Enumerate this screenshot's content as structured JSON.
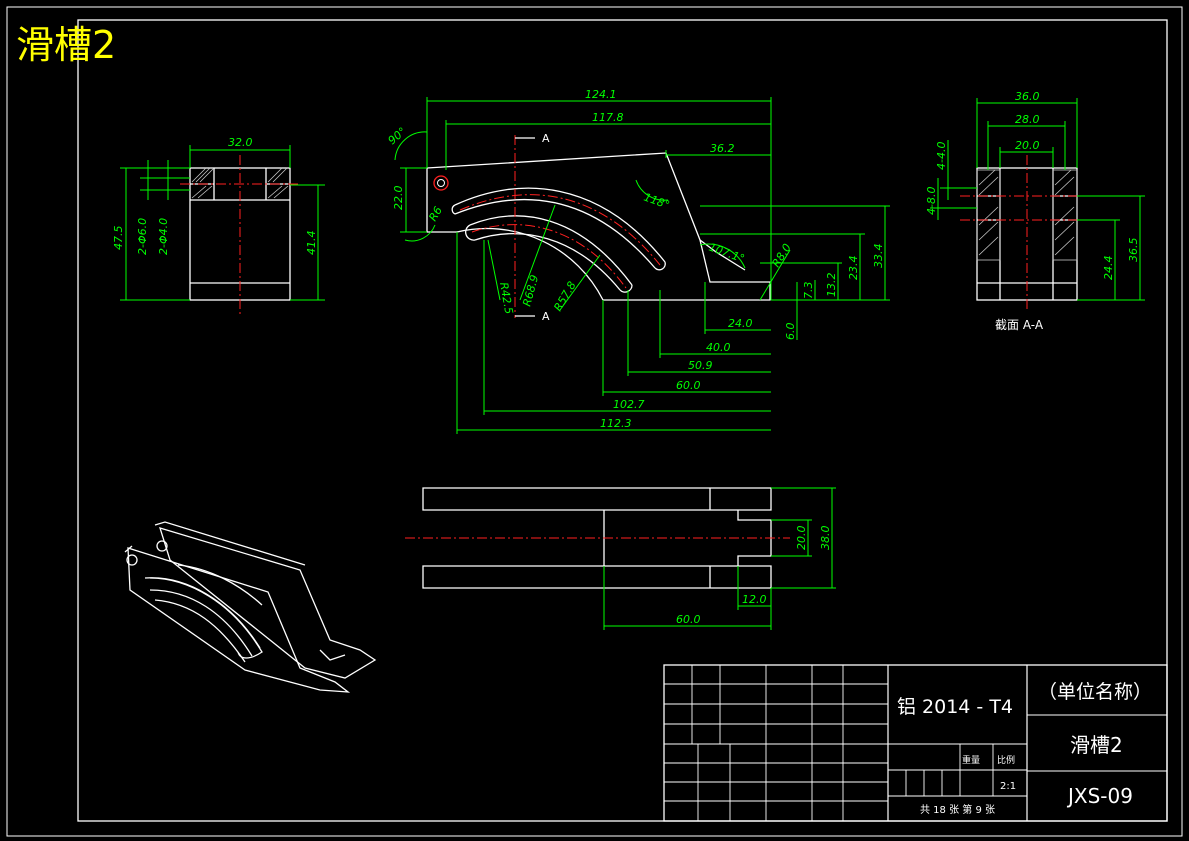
{
  "drawing_title": "滑槽2",
  "front_view": {
    "dims": {
      "d124_1": "124.1",
      "d117_8": "117.8",
      "d36_2": "36.2",
      "d22_0": "22.0",
      "ang90": "90°",
      "ang118": "118°",
      "ang107": "107.1°",
      "r8": "R8.0",
      "r68_9": "R68.9",
      "r42_5": "R42.5",
      "r57_8": "R57.8",
      "d24_0": "24.0",
      "d40_0": "40.0",
      "d50_9": "50.9",
      "d60_0": "60.0",
      "d102_7": "102.7",
      "d112_3": "112.3",
      "d33_4": "33.4",
      "d23_4": "23.4",
      "d13_2": "13.2",
      "d7_3": "7.3",
      "d6_0": "6.0",
      "r_small": "R6"
    },
    "section_mark": "A"
  },
  "left_view": {
    "dims": {
      "d32_0": "32.0",
      "d47_5": "47.5",
      "d2phi6": "2-Φ6.0",
      "d2phi4": "2-Φ4.0",
      "d41_4": "41.4"
    }
  },
  "section_view": {
    "dims": {
      "d36_0": "36.0",
      "d28_0": "28.0",
      "d20_0": "20.0",
      "d4_0": "4-4.0",
      "d4_8": "4-8.0",
      "d24_4": "24.4",
      "d36_5": "36.5"
    },
    "caption": "截面   A-A"
  },
  "top_view": {
    "dims": {
      "d20_0": "20.0",
      "d38_0": "38.0",
      "d12_0": "12.0",
      "d60_0": "60.0"
    }
  },
  "title_block": {
    "material": "铝 2014 - T4",
    "company": "（单位名称）",
    "part_name": "滑槽2",
    "drawing_no": "JXS-09",
    "weight_label": "重量",
    "scale_label": "比例",
    "scale_value": "2:1",
    "sheet_info": "共 18 张    第 9 张"
  }
}
